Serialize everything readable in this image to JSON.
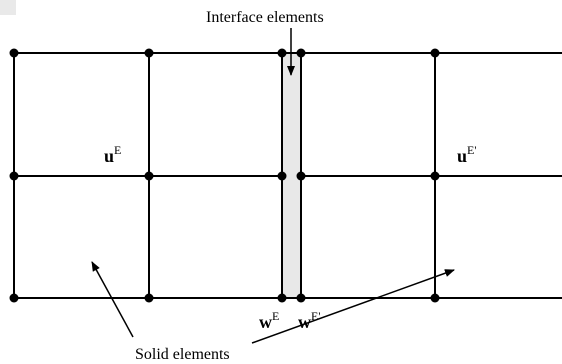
{
  "labels": {
    "interface_elements": "Interface elements",
    "solid_elements": "Solid elements",
    "u_left": {
      "base": "u",
      "sup": "E"
    },
    "u_right": {
      "base": "u",
      "sup": "E'"
    },
    "w_left": {
      "base": "w",
      "sup": "E"
    },
    "w_right": {
      "base": "w",
      "sup": "E'"
    }
  },
  "colors": {
    "line": "#000000",
    "node": "#000000",
    "interface_fill": "#e8e8e8"
  }
}
